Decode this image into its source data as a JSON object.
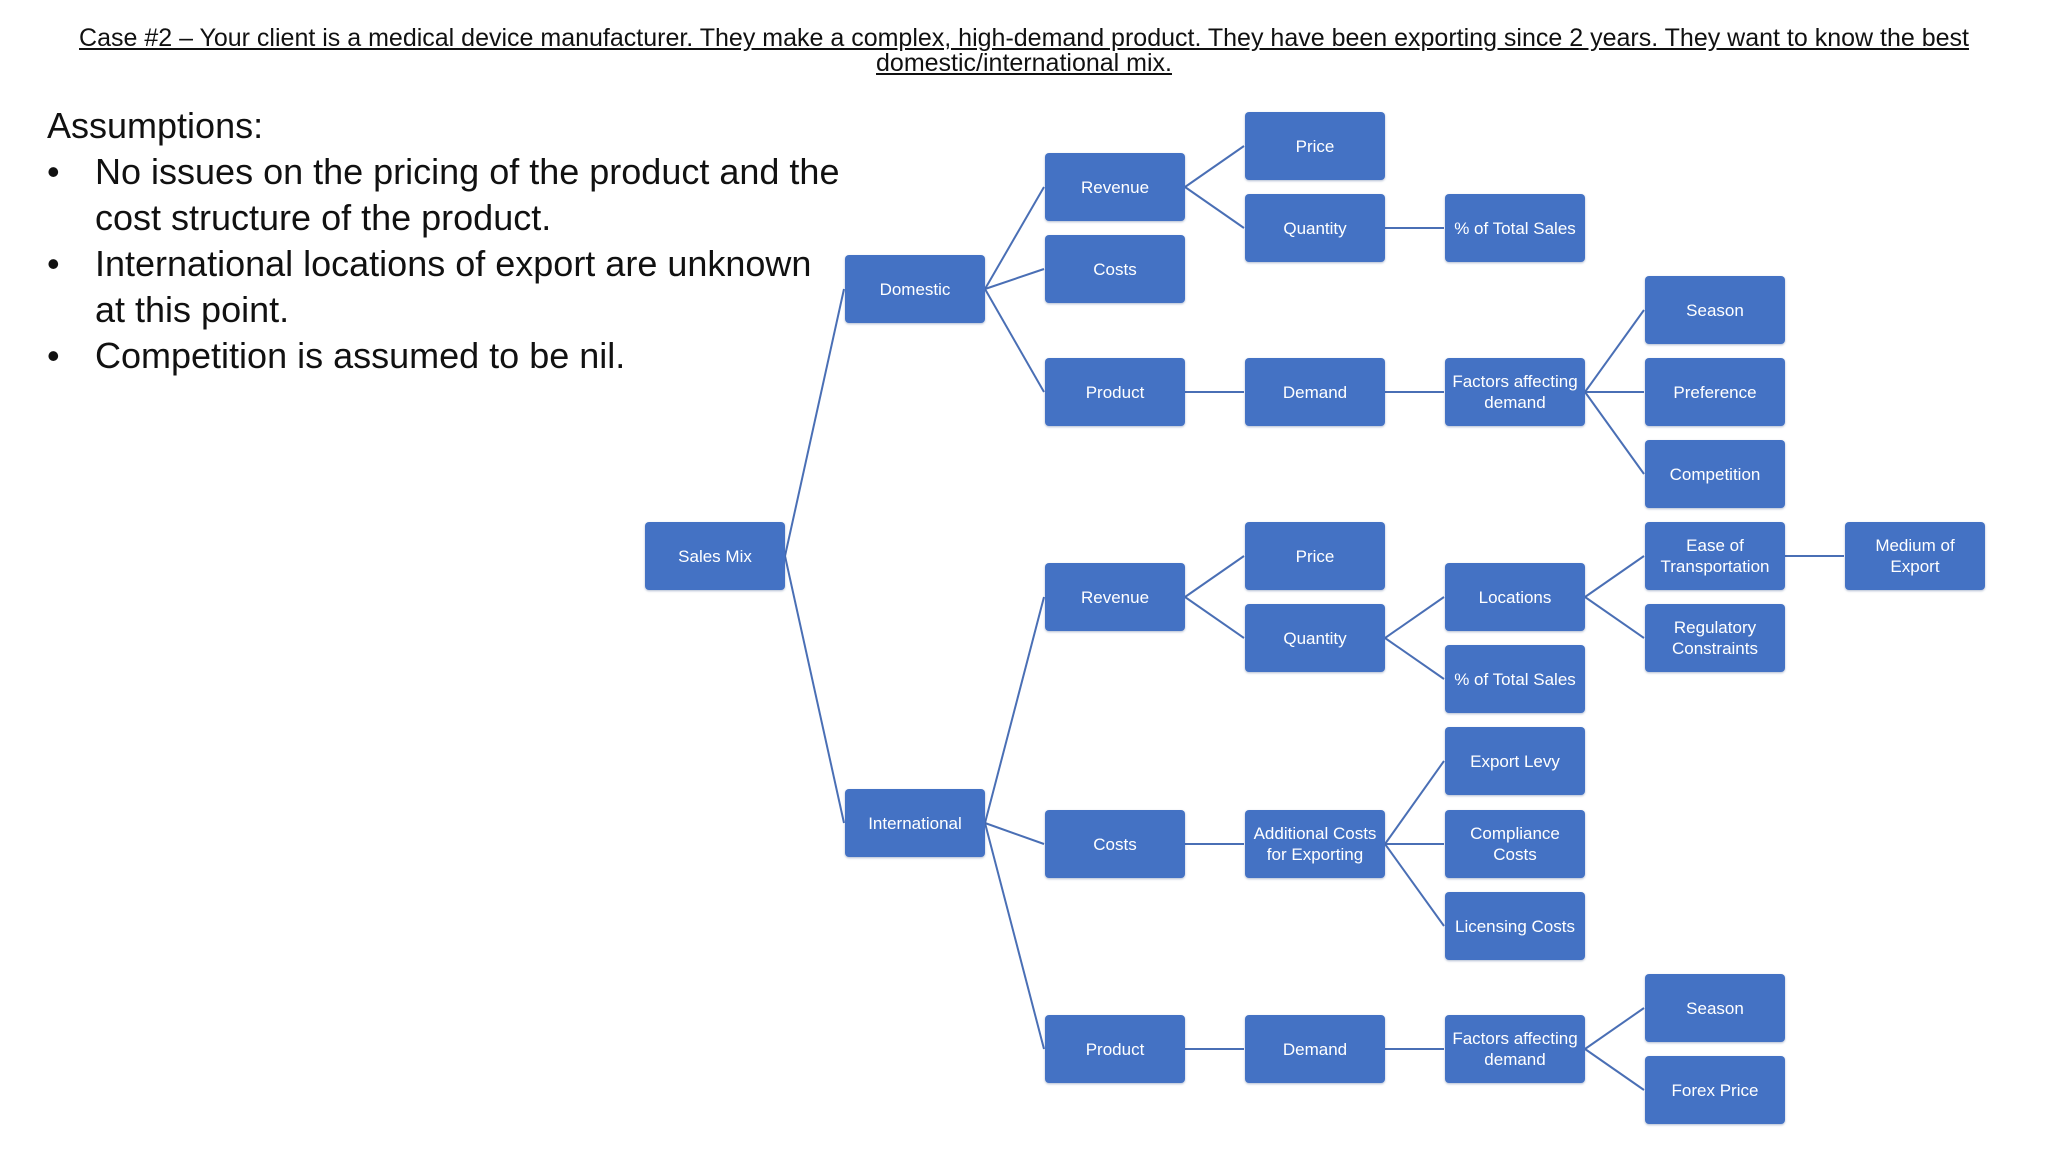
{
  "title": "Case #2 – Your client is a medical device manufacturer. They make a complex, high-demand product. They have been exporting since 2 years. They want to know the best domestic/international mix.",
  "assumptions": {
    "heading": "Assumptions:",
    "items": [
      "No issues on the pricing of the product and the cost structure of the product.",
      "International locations of export are unknown at this point.",
      "Competition is assumed to be nil."
    ]
  },
  "tree": {
    "root": "Sales Mix",
    "domestic": {
      "label": "Domestic",
      "revenue": "Revenue",
      "price": "Price",
      "quantity": "Quantity",
      "pct_total_sales": "% of Total Sales",
      "costs": "Costs",
      "product": "Product",
      "demand": "Demand",
      "factors": "Factors affecting demand",
      "season": "Season",
      "preference": "Preference",
      "competition": "Competition"
    },
    "international": {
      "label": "International",
      "revenue": "Revenue",
      "price": "Price",
      "quantity": "Quantity",
      "locations": "Locations",
      "ease_transport": "Ease of Transportation",
      "medium_export": "Medium of Export",
      "regulatory": "Regulatory Constraints",
      "pct_total_sales": "% of Total Sales",
      "costs": "Costs",
      "additional_costs": "Additional Costs for Exporting",
      "export_levy": "Export Levy",
      "compliance": "Compliance Costs",
      "licensing": "Licensing Costs",
      "product": "Product",
      "demand": "Demand",
      "factors": "Factors affecting demand",
      "season": "Season",
      "forex": "Forex Price"
    }
  },
  "colors": {
    "node_fill": "#4472c4",
    "connector": "#4a6fb5"
  }
}
